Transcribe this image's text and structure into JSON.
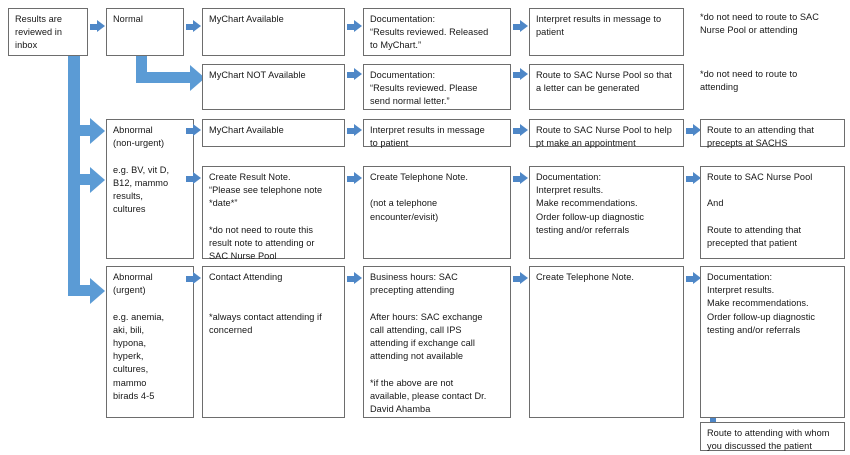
{
  "diagram": {
    "title": "Results review routing workflow",
    "accent_color": "#5b9bd5",
    "arrow_color": "#4e87c7",
    "box_border_color": "#6d6d6d"
  },
  "nodes": {
    "start": "Results are\nreviewed in\ninbox",
    "normal": "Normal",
    "normal_mychart_available": "MyChart Available",
    "normal_mychart_doc": "Documentation:\n“Results reviewed. Released\nto MyChart.”",
    "normal_interpret": "Interpret results in message to\npatient",
    "normal_note": "*do not need to route to SAC\nNurse Pool or attending",
    "normal_mychart_not_available": "MyChart NOT Available",
    "normal_letter_doc": "Documentation:\n“Results reviewed. Please\nsend normal letter.”",
    "normal_route_pool": "Route to SAC Nurse Pool so that\na letter can be generated",
    "normal_letter_note": "*do not need to route to\nattending",
    "abnormal_nonurgent": "Abnormal\n(non-urgent)\n\ne.g. BV, vit D,\nB12, mammo\nresults,\ncultures",
    "abn_mychart_available": "MyChart Available",
    "abn_interpret": "Interpret results in message\nto patient",
    "abn_route_pool_appt": "Route to SAC Nurse Pool to help\npt make an appointment",
    "abn_route_attending_sachs": "Route to an attending that\nprecepts at SACHS",
    "abn_create_result_note": "Create Result Note.\n“Please see telephone note\n*date*”\n\n*do not need to route this\nresult note to attending or\nSAC Nurse Pool",
    "abn_create_phone_note": "Create Telephone Note.\n\n(not a telephone\nencounter/evisit)",
    "abn_documentation": "Documentation:\nInterpret results.\nMake recommendations.\nOrder follow-up diagnostic\ntesting and/or referrals",
    "abn_route_pool_and_attending": "Route to SAC Nurse Pool\n\nAnd\n\nRoute to attending that\nprecepted that patient",
    "abnormal_urgent": "Abnormal\n(urgent)\n\ne.g. anemia,\naki, bili,\nhypona,\nhyperk,\ncultures,\nmammo\nbirads 4-5",
    "urgent_contact_attending": "Contact Attending\n\n\n*always contact attending if\nconcerned",
    "urgent_hours": "Business hours: SAC\nprecepting attending\n\nAfter hours: SAC exchange\ncall attending, call IPS\nattending if exchange call\nattending not available\n\n*if the above are not\navailable, please contact Dr.\nDavid Ahamba",
    "urgent_create_phone_note": "Create Telephone Note.",
    "urgent_documentation": "Documentation:\nInterpret results.\nMake recommendations.\nOrder follow-up diagnostic\ntesting and/or referrals",
    "urgent_route_final": "Route to attending with whom\nyou discussed the patient"
  }
}
